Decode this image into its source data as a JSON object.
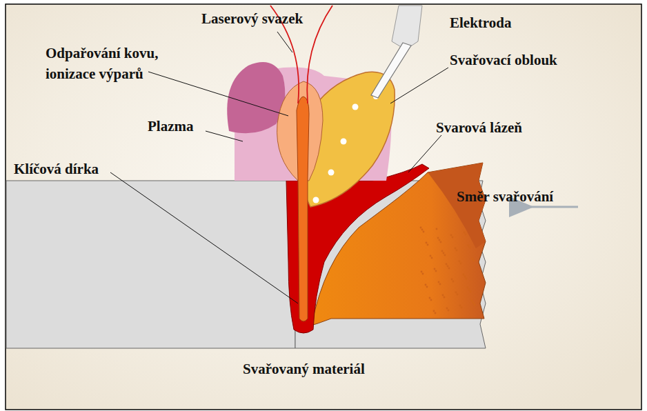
{
  "diagram": {
    "labels": [
      "Laserový svazek",
      "Elektroda",
      "Odpařování kovu, ionizace výparů",
      "Svařovací oblouk",
      "Plazma",
      "Svarová lázeň",
      "Klíčová dírka",
      "Směr svařování",
      "Svařovaný materiál"
    ]
  }
}
